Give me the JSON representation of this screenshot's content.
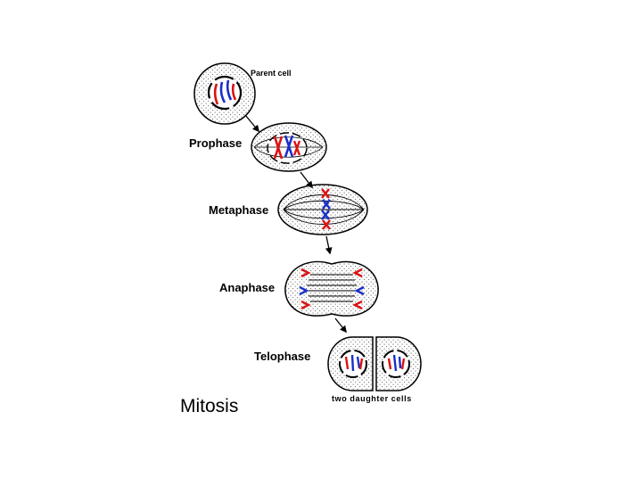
{
  "title": "Mitosis",
  "labels": {
    "parent_cell": "Parent cell",
    "prophase": "Prophase",
    "metaphase": "Metaphase",
    "anaphase": "Anaphase",
    "telophase": "Telophase",
    "daughter_cells": "two daughter cells"
  },
  "colors": {
    "chromosome_red": "#dd1111",
    "chromosome_blue": "#1a2fc8",
    "outline": "#000000",
    "stipple": "#555555",
    "background": "#ffffff"
  }
}
